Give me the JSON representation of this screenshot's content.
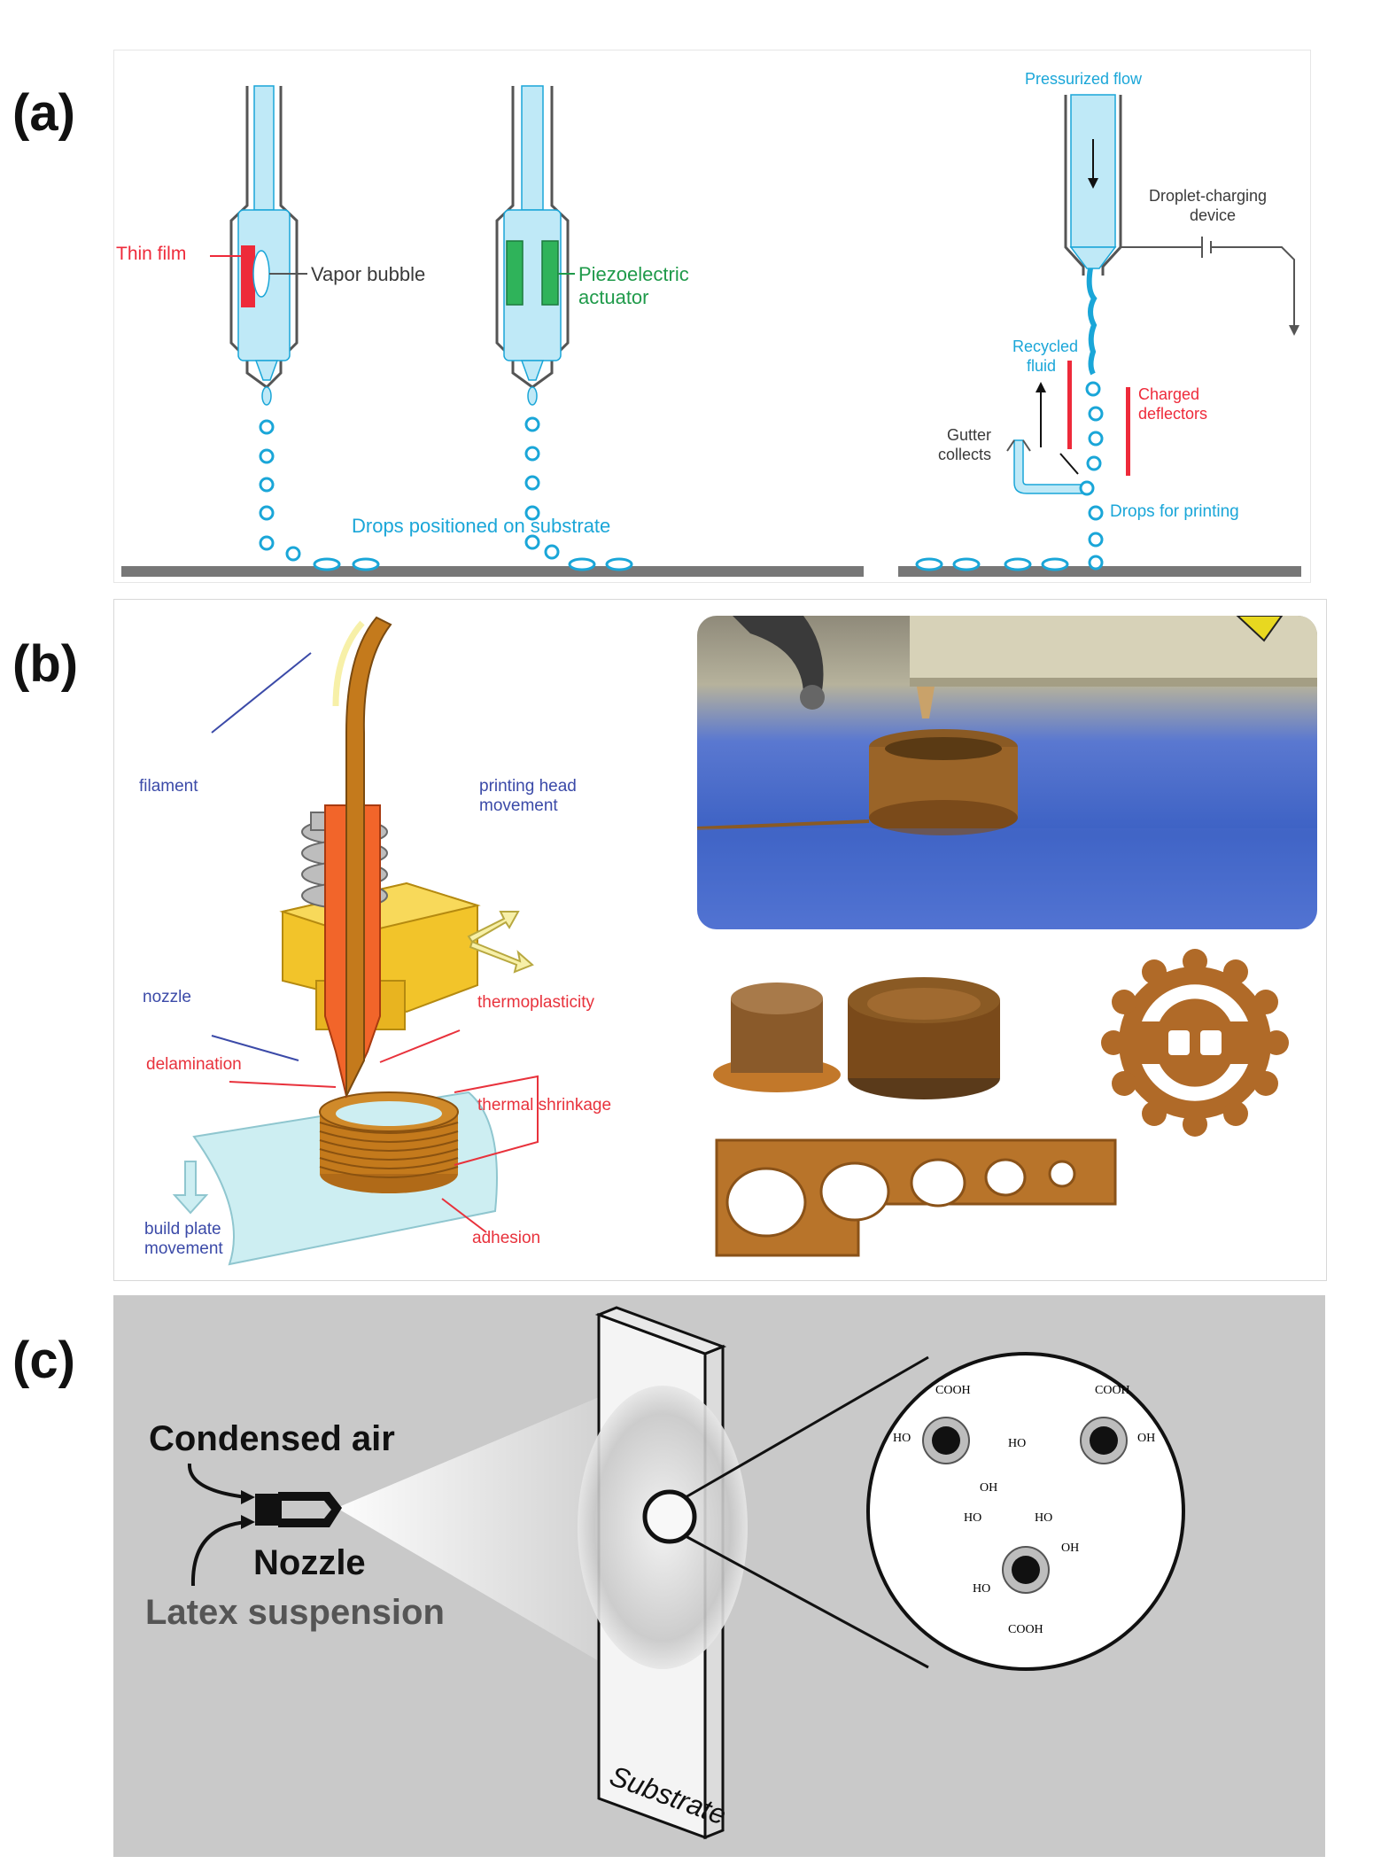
{
  "panels": {
    "a": {
      "letter": "(a)",
      "thermal": {
        "thin_film": "Thin film",
        "vapor_bubble": "Vapor bubble"
      },
      "piezo": {
        "piezo_line1": "Piezoelectric",
        "piezo_line2": "actuator"
      },
      "drops_positioned": "Drops positioned on substrate",
      "continuous": {
        "pressurized_flow": "Pressurized flow",
        "droplet_charging_line1": "Droplet-charging",
        "droplet_charging_line2": "device",
        "recycled_line1": "Recycled",
        "recycled_line2": "fluid",
        "charged_line1": "Charged",
        "charged_line2": "deflectors",
        "gutter_line1": "Gutter",
        "gutter_line2": "collects",
        "drops_for_printing": "Drops for printing"
      },
      "colors": {
        "ink": "#bfe9f7",
        "ink_stroke": "#1aa6d8",
        "thin_film": "#ee2a3a",
        "piezo": "#1f9a4a"
      }
    },
    "b": {
      "letter": "(b)",
      "labels": {
        "filament": "filament",
        "printing_head_line1": "printing head",
        "printing_head_line2": "movement",
        "nozzle": "nozzle",
        "thermoplasticity": "thermoplasticity",
        "delamination": "delamination",
        "thermal_shrinkage": "thermal shrinkage",
        "build_plate_line1": "build plate",
        "build_plate_line2": "movement",
        "adhesion": "adhesion"
      },
      "colors": {
        "filament": "#c47a1c",
        "heater": "#f2c42a",
        "nozzle_body": "#f2652a",
        "plate": "#cdeef2"
      }
    },
    "c": {
      "letter": "(c)",
      "labels": {
        "condensed_air": "Condensed air",
        "nozzle": "Nozzle",
        "latex_suspension": "Latex suspension",
        "substrate": "Substrate"
      },
      "chem": {
        "cooh": "COOH",
        "oh": "OH",
        "ho": "HO"
      }
    }
  }
}
